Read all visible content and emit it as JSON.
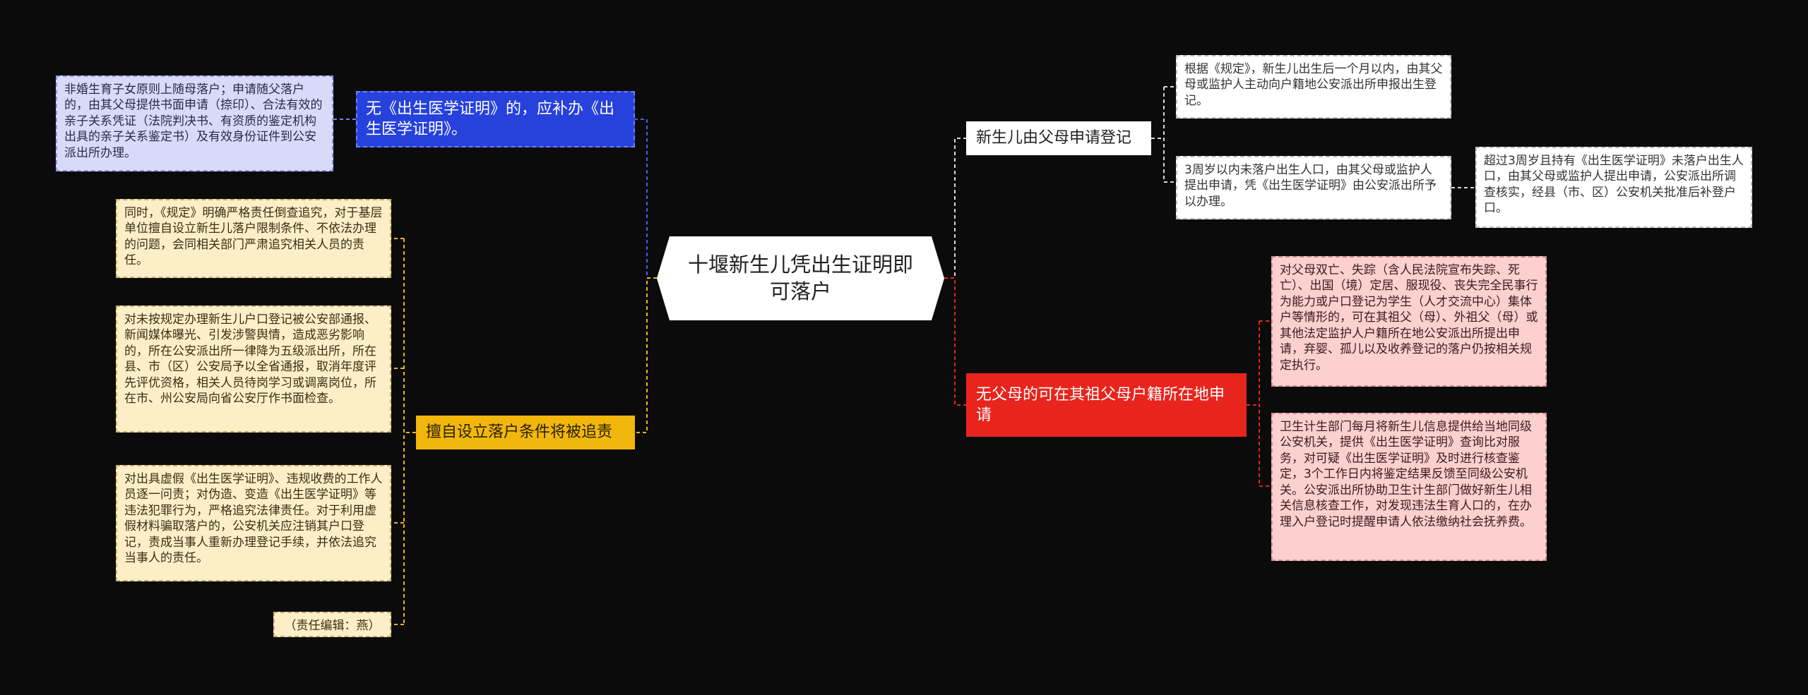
{
  "root": "十堰新生儿凭出生证明即可落户",
  "left": {
    "blue_branch": {
      "label": "无《出生医学证明》的，应补办《出生医学证明》。",
      "leaf": "非婚生育子女原则上随母落户；申请随父落户的，由其父母提供书面申请（捺印）、合法有效的亲子关系凭证（法院判决书、有资质的鉴定机构出具的亲子关系鉴定书）及有效身份证件到公安派出所办理。"
    },
    "yellow_branch": {
      "label": "擅自设立落户条件将被追责",
      "leaves": [
        "同时，《规定》明确严格责任倒查追究，对于基层单位擅自设立新生儿落户限制条件、不依法办理的问题，会同相关部门严肃追究相关人员的责任。",
        "对未按规定办理新生儿户口登记被公安部通报、新闻媒体曝光、引发涉警舆情，造成恶劣影响的，所在公安派出所一律降为五级派出所，所在县、市（区）公安局予以全省通报，取消年度评先评优资格，相关人员待岗学习或调离岗位，所在市、州公安局向省公安厅作书面检查。",
        "对出具虚假《出生医学证明》、违规收费的工作人员逐一问责；对伪造、变造《出生医学证明》等违法犯罪行为，严格追究法律责任。对于利用虚假材料骗取落户的，公安机关应注销其户口登记，责成当事人重新办理登记手续，并依法追究当事人的责任。",
        "（责任编辑：燕）"
      ]
    }
  },
  "right": {
    "white_branch": {
      "label": "新生儿由父母申请登记",
      "leaves": [
        "根据《规定》，新生儿出生后一个月以内，由其父母或监护人主动向户籍地公安派出所申报出生登记。",
        "3周岁以内未落户出生人口，由其父母或监护人提出申请，凭《出生医学证明》由公安派出所予以办理。"
      ],
      "subleaf": "超过3周岁且持有《出生医学证明》未落户出生人口，由其父母或监护人提出申请，公安派出所调查核实，经县（市、区）公安机关批准后补登户口。"
    },
    "red_branch": {
      "label": "无父母的可在其祖父母户籍所在地申请",
      "leaves": [
        "对父母双亡、失踪（含人民法院宣布失踪、死亡）、出国（境）定居、服现役、丧失完全民事行为能力或户口登记为学生（人才交流中心）集体户等情形的，可在其祖父（母）、外祖父（母）或其他法定监护人户籍所在地公安派出所提出申请，弃婴、孤儿以及收养登记的落户仍按相关规定执行。",
        "卫生计生部门每月将新生儿信息提供给当地同级公安机关，提供《出生医学证明》查询比对服务，对可疑《出生医学证明》及时进行核查鉴定，3个工作日内将鉴定结果反馈至同级公安机关。公安派出所协助卫生计生部门做好新生儿相关信息核查工作，对发现违法生育人口的，在办理入户登记时提醒申请人依法缴纳社会抚养费。"
      ]
    }
  },
  "colors": {
    "background": "#0b0b0c",
    "blue": "#2741dc",
    "yellow": "#f2b70c",
    "red": "#e8241c",
    "white": "#ffffff"
  }
}
